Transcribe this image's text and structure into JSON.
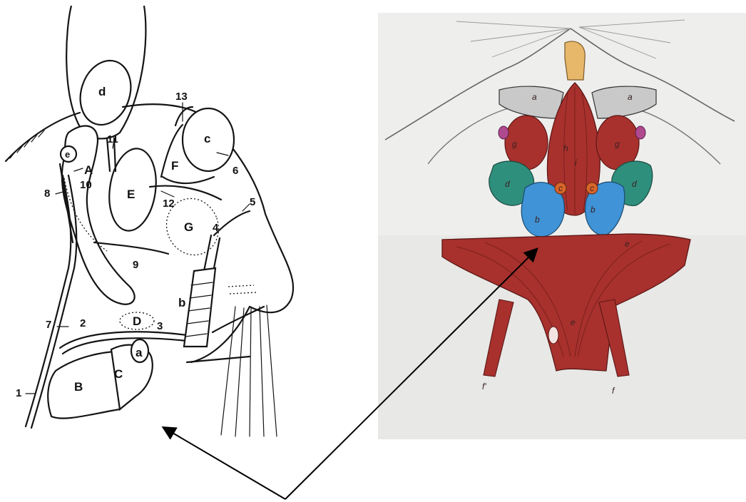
{
  "left_labels": {
    "n1": "1",
    "n2": "2",
    "n3": "3",
    "n4": "4",
    "n5": "5",
    "n6": "6",
    "n7": "7",
    "n8": "8",
    "n9": "9",
    "n10": "10",
    "n11": "11",
    "n12": "12",
    "n13": "13",
    "A": "A",
    "B": "B",
    "C": "C",
    "D": "D",
    "E": "E",
    "F": "F",
    "G": "G",
    "a": "a",
    "b": "b",
    "c": "c",
    "d": "d",
    "e": "e"
  },
  "right_labels": {
    "a1": "a",
    "a2": "a",
    "b1": "b",
    "b2": "b",
    "c1": "c",
    "c2": "c",
    "d1": "d",
    "d2": "d",
    "e1": "e",
    "e2": "e",
    "f1": "f'",
    "f2": "f",
    "g1": "g",
    "g2": "g",
    "h": "h",
    "i": "i"
  },
  "colors": {
    "muscle": "#a8312d",
    "muscle_dark": "#7c1f1d",
    "gland_teal": "#2f8f7d",
    "gland_blue": "#3f93d6",
    "node_orange": "#d9662a",
    "small_pink": "#b04a8e",
    "penis_tan": "#e7b76a",
    "background_right": "#eeeeec"
  }
}
